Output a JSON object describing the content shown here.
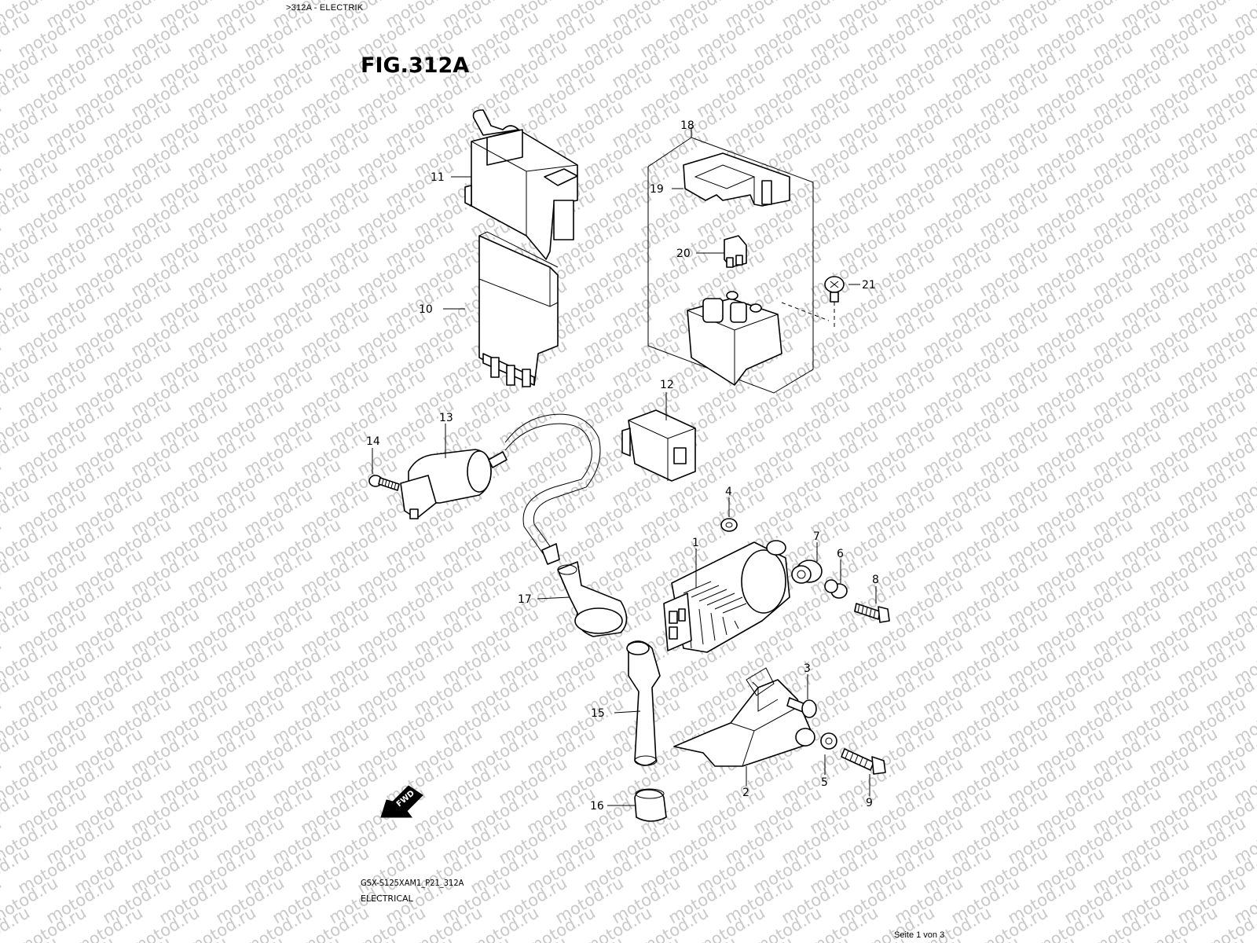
{
  "header": {
    "breadcrumb": ">312A - ELECTRIK",
    "figure_title": "FIG.312A"
  },
  "watermark": {
    "text": "motod.ru"
  },
  "diagram": {
    "callouts": {
      "c1": "1",
      "c2": "2",
      "c3": "3",
      "c4": "4",
      "c5": "5",
      "c6": "6",
      "c7": "7",
      "c8": "8",
      "c9": "9",
      "c10": "10",
      "c11": "11",
      "c12": "12",
      "c13": "13",
      "c14": "14",
      "c15": "15",
      "c16": "16",
      "c17": "17",
      "c18": "18",
      "c19": "19",
      "c20": "20",
      "c21": "21"
    },
    "fwd_label": "FWD"
  },
  "footer": {
    "model_code": "GSX-S125XAM1_P21_312A",
    "section_name": "ELECTRICAL",
    "page_indicator": "Seite 1 von 3"
  },
  "colors": {
    "background": "#ffffff",
    "line": "#000000",
    "watermark": "#c9c9c9"
  }
}
